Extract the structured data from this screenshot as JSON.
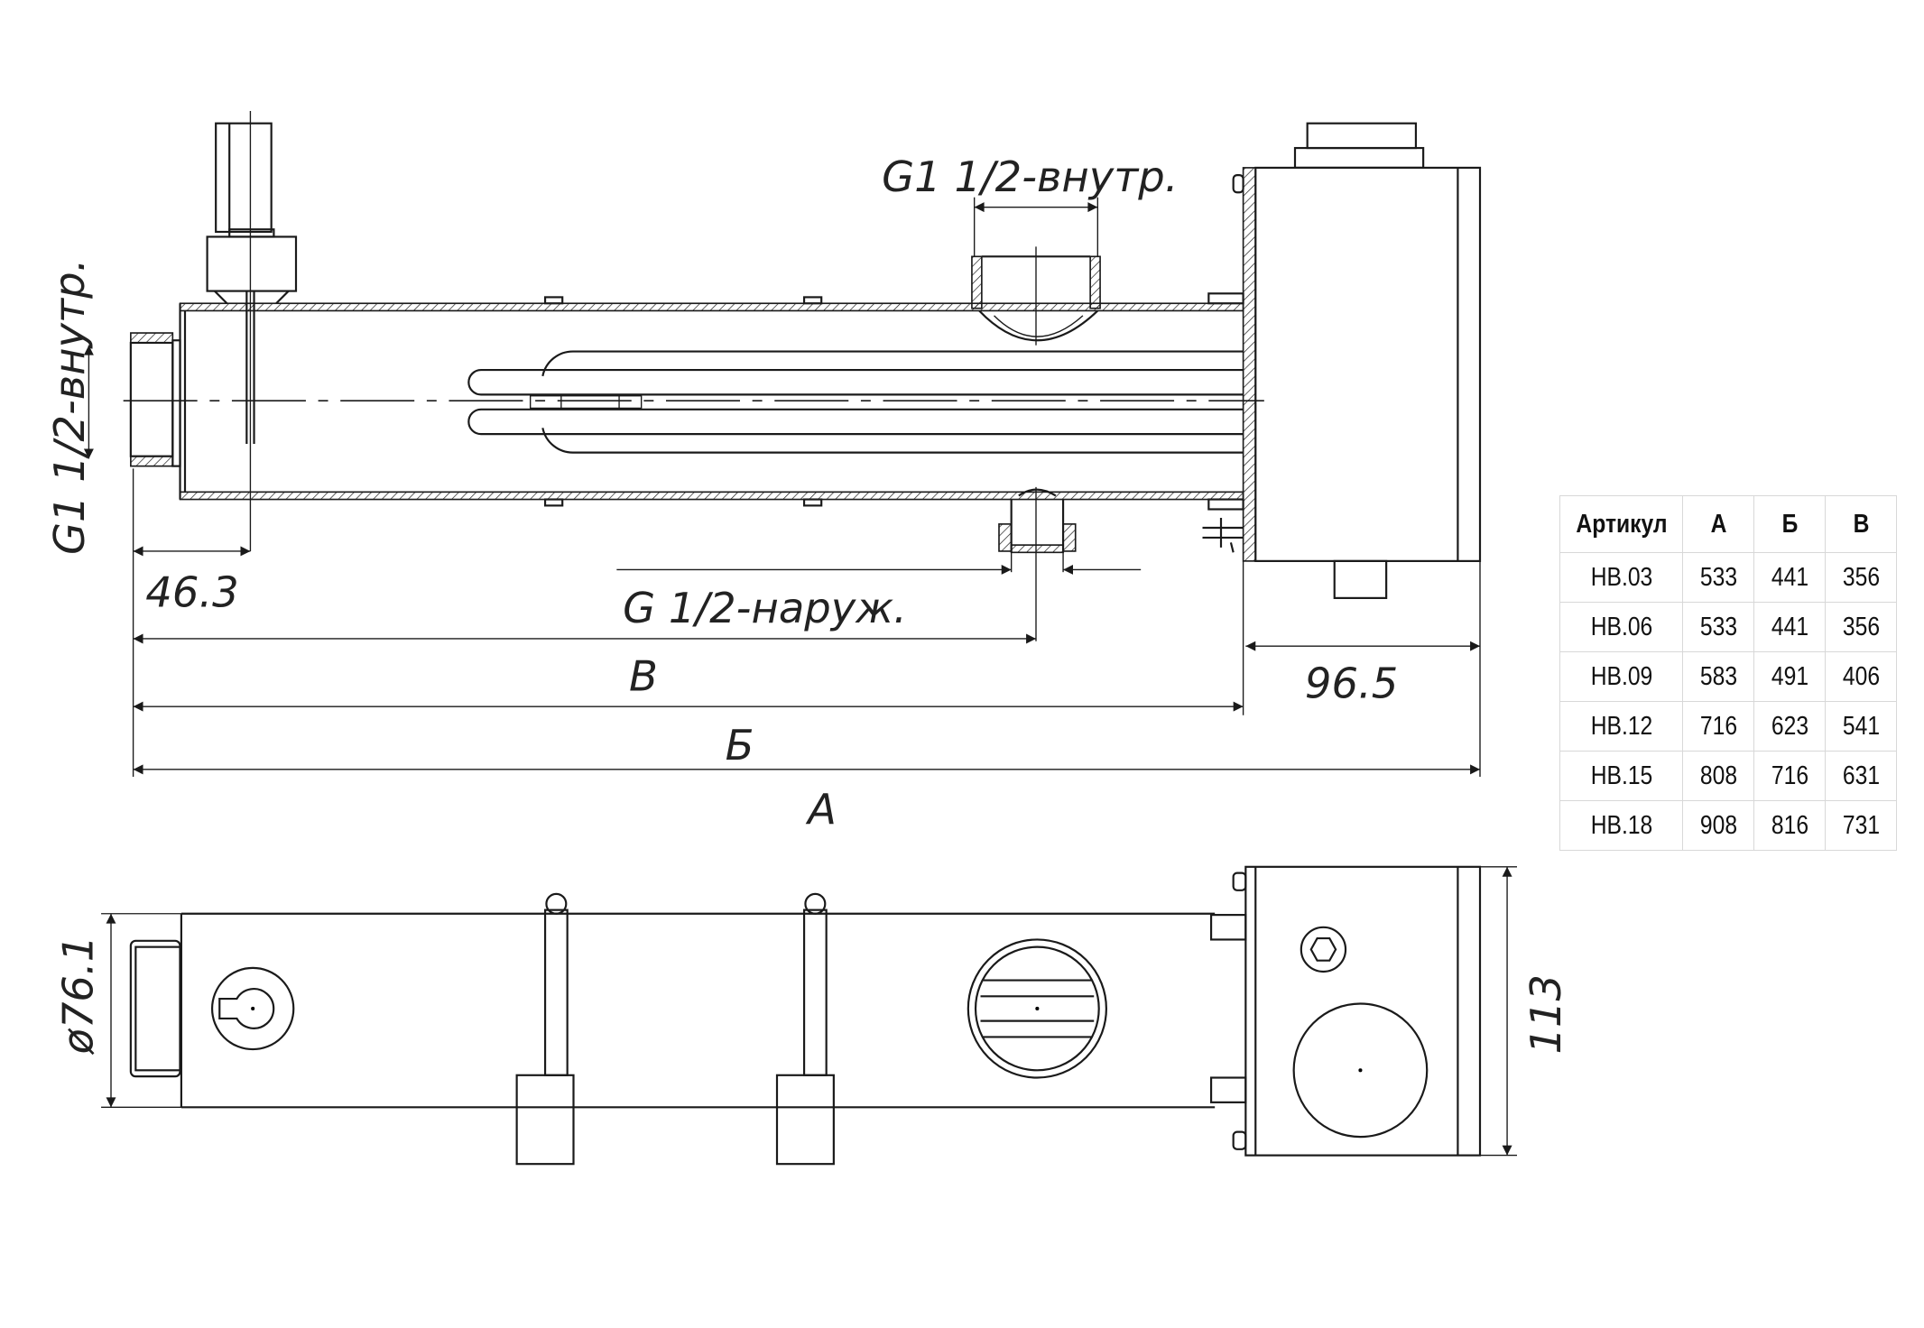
{
  "labels": {
    "thread_top": "G1 1/2-внутр.",
    "thread_left": "G1 1/2-внутр.",
    "thread_bottom": "G 1/2-наруж.",
    "dim_463": "46.3",
    "dim_965": "96.5",
    "dim_v": "В",
    "dim_b": "Б",
    "dim_a": "А",
    "dim_diameter": "ø76.1",
    "dim_113": "113"
  },
  "table": {
    "headers": [
      "Артикул",
      "А",
      "Б",
      "В"
    ],
    "rows": [
      [
        "HB.03",
        "533",
        "441",
        "356"
      ],
      [
        "HB.06",
        "533",
        "441",
        "356"
      ],
      [
        "HB.09",
        "583",
        "491",
        "406"
      ],
      [
        "HB.12",
        "716",
        "623",
        "541"
      ],
      [
        "HB.15",
        "808",
        "716",
        "631"
      ],
      [
        "HB.18",
        "908",
        "816",
        "731"
      ]
    ]
  }
}
